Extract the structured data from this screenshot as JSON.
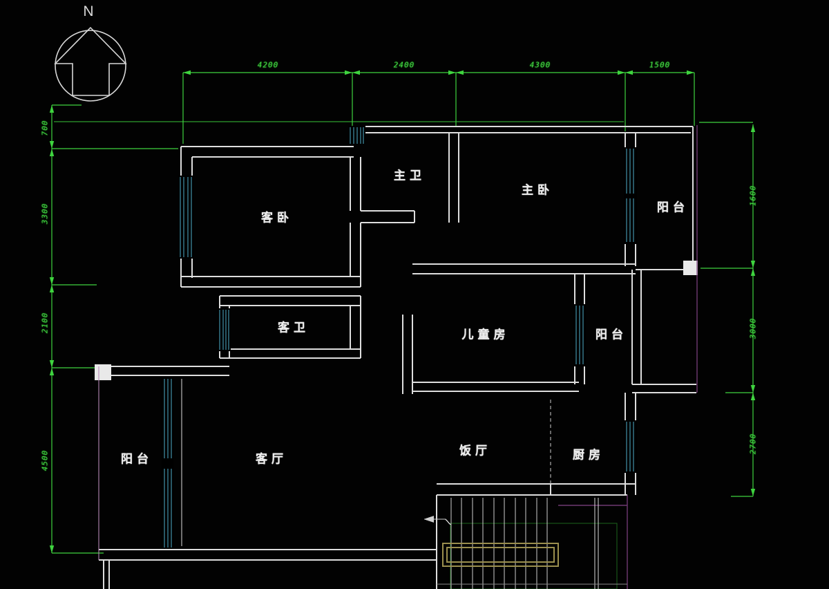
{
  "compass": {
    "label": "N"
  },
  "rooms": [
    {
      "id": "guest-bedroom",
      "label": "客卧"
    },
    {
      "id": "master-bathroom",
      "label": "主卫"
    },
    {
      "id": "master-bedroom",
      "label": "主卧"
    },
    {
      "id": "balcony-top-right",
      "label": "阳台"
    },
    {
      "id": "guest-bathroom",
      "label": "客卫"
    },
    {
      "id": "children-room",
      "label": "儿童房"
    },
    {
      "id": "balcony-middle-right",
      "label": "阳台"
    },
    {
      "id": "balcony-bottom-left",
      "label": "阳台"
    },
    {
      "id": "living-room",
      "label": "客厅"
    },
    {
      "id": "dining-room",
      "label": "饭厅"
    },
    {
      "id": "kitchen",
      "label": "厨房"
    }
  ],
  "dimensions": {
    "top": [
      {
        "value": "4200"
      },
      {
        "value": "2400"
      },
      {
        "value": "4300"
      },
      {
        "value": "1500"
      }
    ],
    "left": [
      {
        "value": "700"
      },
      {
        "value": "3300"
      },
      {
        "value": "2100"
      },
      {
        "value": "4500"
      }
    ],
    "right": [
      {
        "value": "1600"
      },
      {
        "value": "3000"
      },
      {
        "value": "2700"
      }
    ]
  },
  "colors": {
    "background": "#020202",
    "wall": "#dedede",
    "dimension_green": "#3fd43f",
    "window_cyan": "#4fb0cc",
    "handrail_olive": "#9b8f4e",
    "accent_magenta": "#7c4080"
  }
}
